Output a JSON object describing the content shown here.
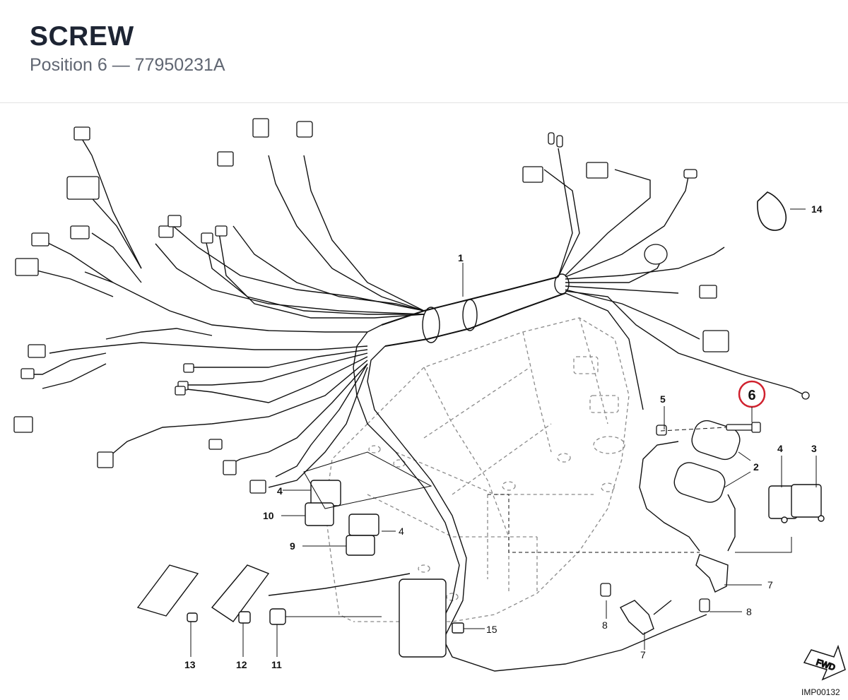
{
  "header": {
    "title": "SCREW",
    "subtitle": "Position 6 — 77950231A"
  },
  "highlight": {
    "position": "6",
    "ring_color": "#d0212e"
  },
  "callouts": {
    "c1": "1",
    "c2": "2",
    "c3": "3",
    "c4a": "4",
    "c4b": "4",
    "c4c": "4",
    "c5": "5",
    "c7a": "7",
    "c7b": "7",
    "c8a": "8",
    "c8b": "8",
    "c9": "9",
    "c10": "10",
    "c11": "11",
    "c12": "12",
    "c13": "13",
    "c14": "14",
    "c15": "15"
  },
  "fwd_label": "FWD",
  "drawing_ref": "IMP00132",
  "colors": {
    "line": "#111111",
    "frame": "#8a8a8a",
    "title": "#1d2433",
    "subtitle": "#606672"
  }
}
